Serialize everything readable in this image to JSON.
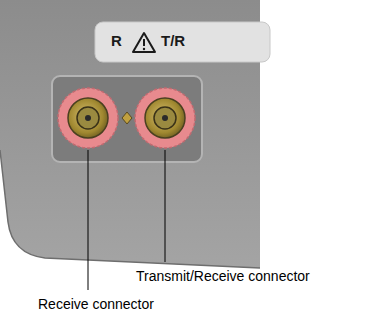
{
  "diagram": {
    "nodes": [
      {
        "text": [
          "R",
          "T/R"
        ]
      }
    ],
    "labels": [
      "Transmit/Receive connector",
      "Receive connector"
    ]
  }
}
